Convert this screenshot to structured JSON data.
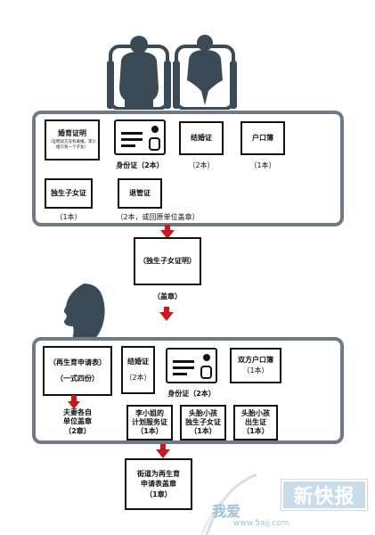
{
  "couple_panel": {
    "marriage_proof": {
      "title": "婚育证明",
      "note": "（证明双方没有离婚，李小姐只有一个子女）"
    },
    "id_card": {
      "label": "身份证（2本）"
    },
    "marriage_cert": {
      "title": "结婚证",
      "count": "（2本）"
    },
    "hukou": {
      "title": "户口簿",
      "count": "（1本）"
    },
    "only_child_cert": {
      "title": "独生子女证",
      "count": "（1本）"
    },
    "retirement_cert": {
      "title": "退管证",
      "count": "（2本，或回原单位盖章）"
    }
  },
  "middle": {
    "only_child_proof": {
      "title": "（独生子女证明）"
    },
    "stamp": "（盖章）"
  },
  "woman_panel": {
    "application": {
      "title": "（再生育申请表）",
      "subtitle": "（一式四份）"
    },
    "marriage_cert": {
      "title": "结婚证",
      "count": "（2本）"
    },
    "id_card": {
      "label": "身份证（2本）"
    },
    "hukou": {
      "title": "双方户口簿",
      "count": "（1本）"
    },
    "unit_stamp": {
      "text": "夫妻各自\n单位盖章\n（2章）"
    },
    "family_plan": {
      "text": "李小姐的\n计划服务证\n（1本）"
    },
    "first_child_cert": {
      "text": "头胎小孩\n独生子女证\n（1本）"
    },
    "birth_cert": {
      "text": "头胎小孩\n出生证\n（1本）"
    }
  },
  "final": {
    "text": "街道为再生育\n申请表盖章\n（1章）"
  },
  "watermark": {
    "badge": "新快报",
    "site_text": "我爱",
    "url": "www.5aij.com"
  },
  "colors": {
    "arrow": "#d0161d",
    "panel_border": "#6e7b86",
    "silhouette": "#3b4a57"
  }
}
